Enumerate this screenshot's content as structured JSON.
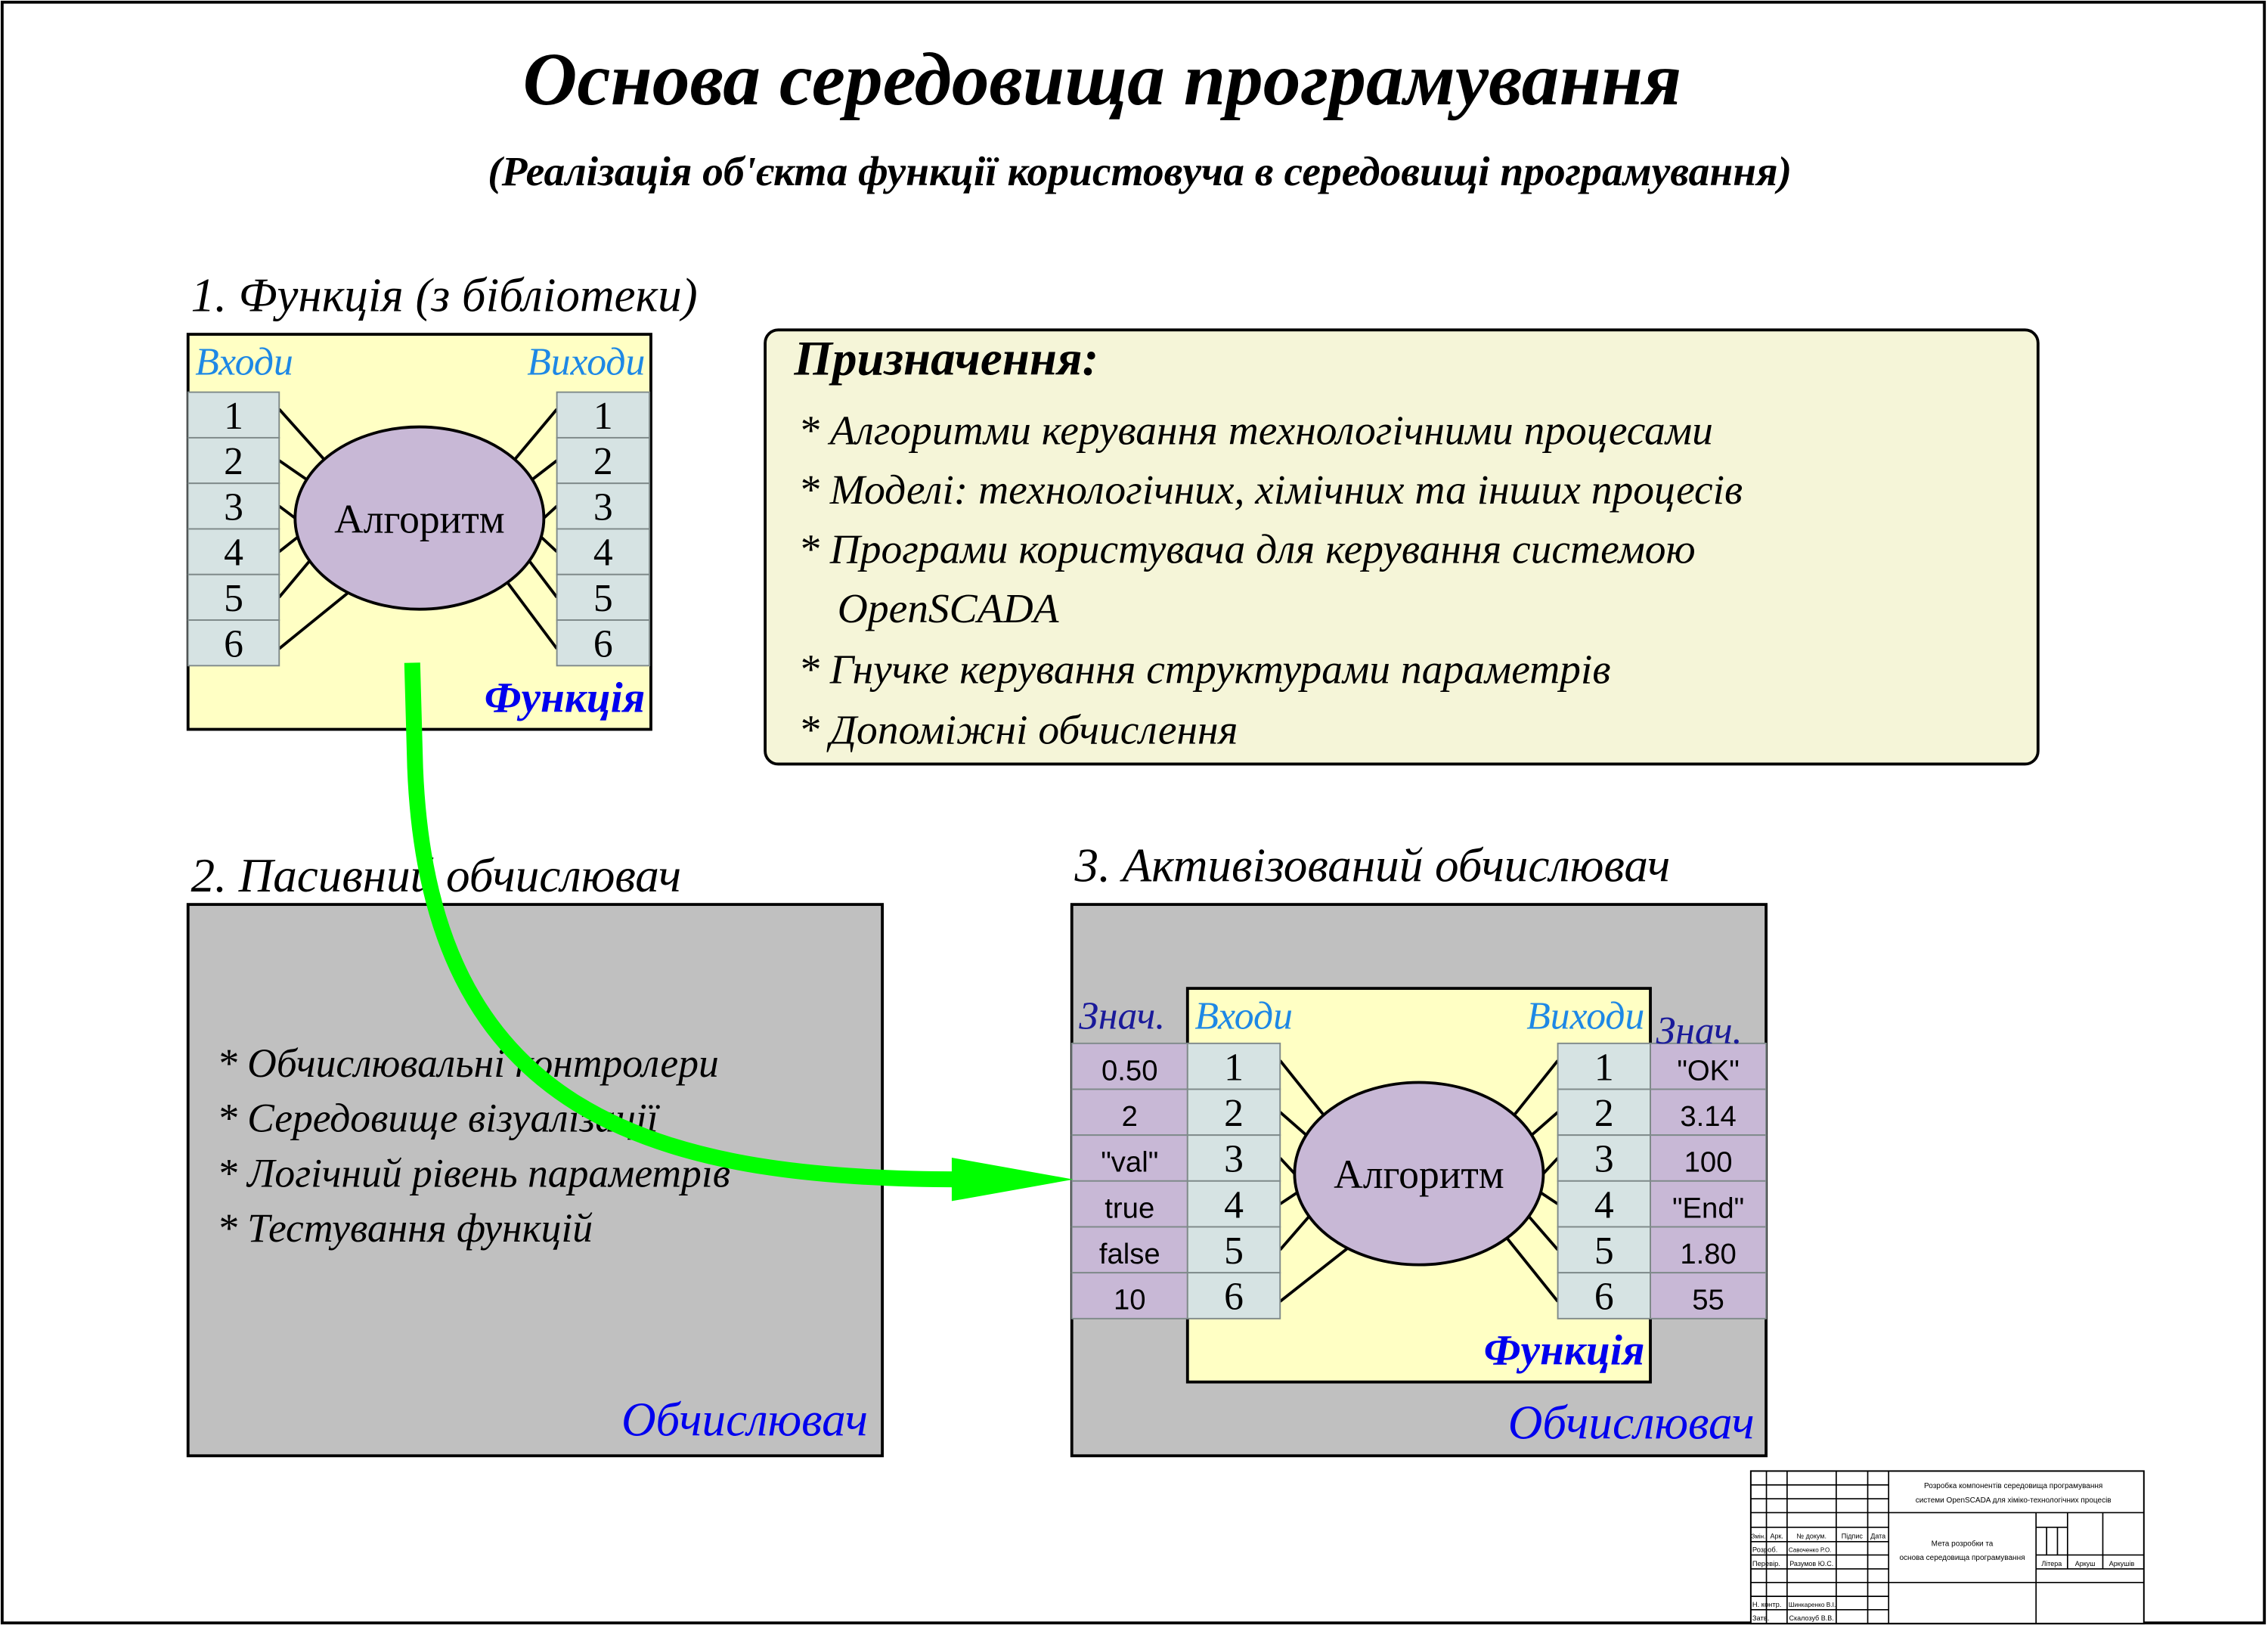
{
  "title": "Основа середовища програмування",
  "subtitle": "(Реалізація об'єкта функції користовуча в середовищі програмування)",
  "section1": {
    "heading": "1. Функція (з бібліотеки)",
    "inputs_label": "Входи",
    "outputs_label": "Виходи",
    "algorithm": "Алгоритм",
    "function_label": "Функція",
    "ports": [
      "1",
      "2",
      "3",
      "4",
      "5",
      "6"
    ]
  },
  "purpose": {
    "heading": "Призначення:",
    "items": [
      "* Алгоритми керування технологічними процесами",
      "* Моделі: технологічних, хімічних та інших процесів",
      "* Програми користувача для керування системою",
      "OpenSCADA",
      "* Гнучке керування структурами параметрів",
      "* Допоміжні обчислення"
    ]
  },
  "section2": {
    "heading": "2. Пасивний обчислювач",
    "items": [
      "* Обчислювальні контролери",
      "* Середовище візуалізації",
      "* Логічний рівень параметрів",
      "* Тестування функцій"
    ],
    "calculator_label": "Обчислювач"
  },
  "section3": {
    "heading": "3. Активізований обчислювач",
    "value_label_left": "Знач.",
    "value_label_right": "Знач.",
    "inputs_label": "Входи",
    "outputs_label": "Виходи",
    "algorithm": "Алгоритм",
    "function_label": "Функція",
    "calculator_label": "Обчислювач",
    "ports": [
      "1",
      "2",
      "3",
      "4",
      "5",
      "6"
    ],
    "input_values": [
      "0.50",
      "2",
      "\"val\"",
      "true",
      "false",
      "10"
    ],
    "output_values": [
      "\"OK\"",
      "3.14",
      "100",
      "\"End\"",
      "1.80",
      "55"
    ]
  },
  "title_block": {
    "project": [
      "Розробка компонентів середовища програмування",
      "системи OpenSCADA  для хіміко-технологічних процесів"
    ],
    "sheet_title": [
      "Мета розробки та",
      "основа середовища програмування"
    ],
    "columns": [
      "Змін.",
      "Арк.",
      "№ докум.",
      "Підпис",
      "Дата"
    ],
    "roles": [
      {
        "role": "Розроб.",
        "name": "Савоченко Р.О."
      },
      {
        "role": "Перевір.",
        "name": "Разумов Ю.С."
      },
      {
        "role": "Н. контр.",
        "name": "Шинкаренко В.І."
      },
      {
        "role": "Затв.",
        "name": "Скалозуб В.В."
      }
    ],
    "litera": "Літера",
    "sheet": "Аркуш",
    "sheets": "Аркушів"
  },
  "colors": {
    "function_bg": "#ffffc4",
    "port_bg": "#d6e3e3",
    "algorithm_bg": "#c8b8d6",
    "value_bg": "#c8b8d6",
    "calculator_bg": "#c0c0c0",
    "purpose_bg": "#f5f5d8",
    "arrow": "#00ff00",
    "io_label": "#1e88e5",
    "function_label": "#0000ee",
    "value_label": "#1a1a9a"
  }
}
